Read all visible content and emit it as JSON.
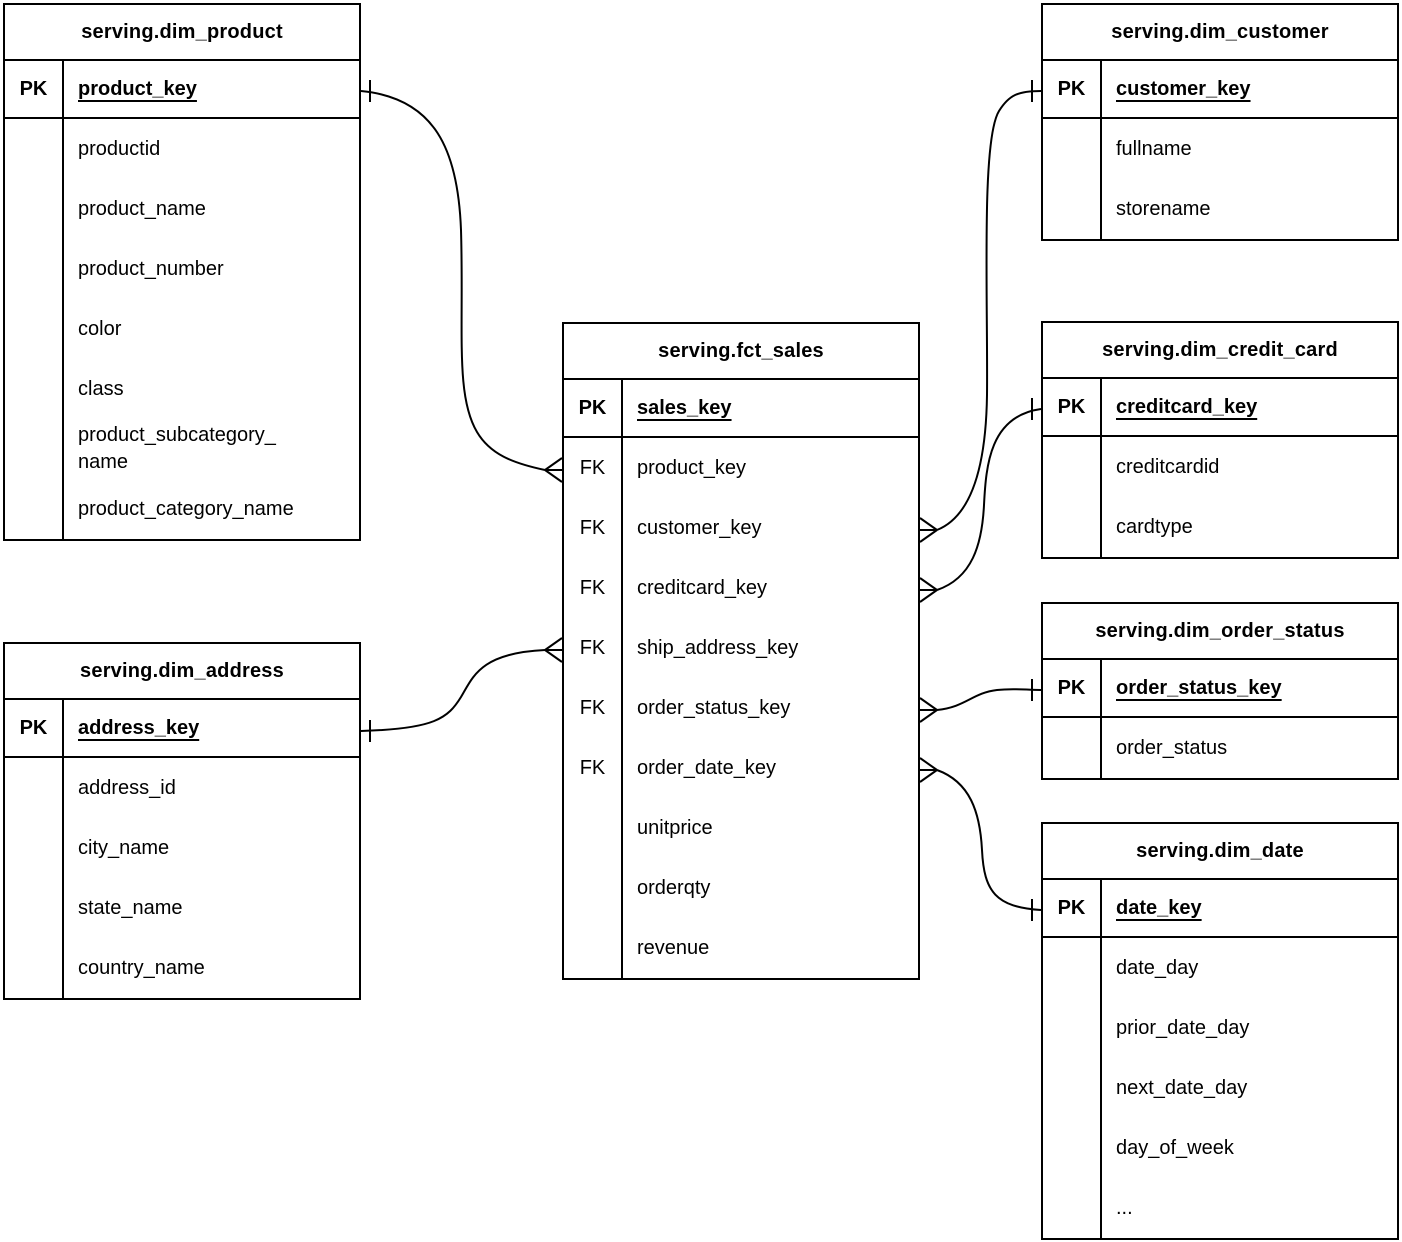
{
  "colors": {
    "line": "#000000",
    "background": "#ffffff",
    "table_background": "#ffffff",
    "text": "#000000"
  },
  "notation": {
    "one_marker": "single tick",
    "many_marker": "crow's foot"
  },
  "tables": {
    "dim_product": {
      "title": "serving.dim_product",
      "pk": {
        "label": "PK",
        "field": "product_key"
      },
      "rows": [
        {
          "label": "",
          "name": "productid"
        },
        {
          "label": "",
          "name": "product_name"
        },
        {
          "label": "",
          "name": "product_number"
        },
        {
          "label": "",
          "name": "color"
        },
        {
          "label": "",
          "name": "class"
        },
        {
          "label": "",
          "name": "product_subcategory_\nname"
        },
        {
          "label": "",
          "name": "product_category_name"
        }
      ]
    },
    "dim_address": {
      "title": "serving.dim_address",
      "pk": {
        "label": "PK",
        "field": "address_key"
      },
      "rows": [
        {
          "label": "",
          "name": "address_id"
        },
        {
          "label": "",
          "name": "city_name"
        },
        {
          "label": "",
          "name": "state_name"
        },
        {
          "label": "",
          "name": "country_name"
        }
      ]
    },
    "fct_sales": {
      "title": "serving.fct_sales",
      "pk": {
        "label": "PK",
        "field": "sales_key"
      },
      "rows": [
        {
          "label": "FK",
          "name": "product_key"
        },
        {
          "label": "FK",
          "name": "customer_key"
        },
        {
          "label": "FK",
          "name": "creditcard_key"
        },
        {
          "label": "FK",
          "name": "ship_address_key"
        },
        {
          "label": "FK",
          "name": "order_status_key"
        },
        {
          "label": "FK",
          "name": "order_date_key"
        },
        {
          "label": "",
          "name": "unitprice"
        },
        {
          "label": "",
          "name": "orderqty"
        },
        {
          "label": "",
          "name": "revenue"
        }
      ]
    },
    "dim_customer": {
      "title": "serving.dim_customer",
      "pk": {
        "label": "PK",
        "field": "customer_key"
      },
      "rows": [
        {
          "label": "",
          "name": "fullname"
        },
        {
          "label": "",
          "name": "storename"
        }
      ]
    },
    "dim_credit_card": {
      "title": "serving.dim_credit_card",
      "pk": {
        "label": "PK",
        "field": "creditcard_key"
      },
      "rows": [
        {
          "label": "",
          "name": "creditcardid"
        },
        {
          "label": "",
          "name": "cardtype"
        }
      ]
    },
    "dim_order_status": {
      "title": "serving.dim_order_status",
      "pk": {
        "label": "PK",
        "field": "order_status_key"
      },
      "rows": [
        {
          "label": "",
          "name": "order_status"
        }
      ]
    },
    "dim_date": {
      "title": "serving.dim_date",
      "pk": {
        "label": "PK",
        "field": "date_key"
      },
      "rows": [
        {
          "label": "",
          "name": "date_day"
        },
        {
          "label": "",
          "name": "prior_date_day"
        },
        {
          "label": "",
          "name": "next_date_day"
        },
        {
          "label": "",
          "name": "day_of_week"
        },
        {
          "label": "",
          "name": "..."
        }
      ]
    }
  },
  "relationships": [
    {
      "one_side": "serving.dim_product.product_key",
      "many_side": "serving.fct_sales.product_key"
    },
    {
      "one_side": "serving.dim_address.address_key",
      "many_side": "serving.fct_sales.ship_address_key"
    },
    {
      "one_side": "serving.dim_customer.customer_key",
      "many_side": "serving.fct_sales.customer_key"
    },
    {
      "one_side": "serving.dim_credit_card.creditcard_key",
      "many_side": "serving.fct_sales.creditcard_key"
    },
    {
      "one_side": "serving.dim_order_status.order_status_key",
      "many_side": "serving.fct_sales.order_status_key"
    },
    {
      "one_side": "serving.dim_date.date_key",
      "many_side": "serving.fct_sales.order_date_key"
    }
  ]
}
